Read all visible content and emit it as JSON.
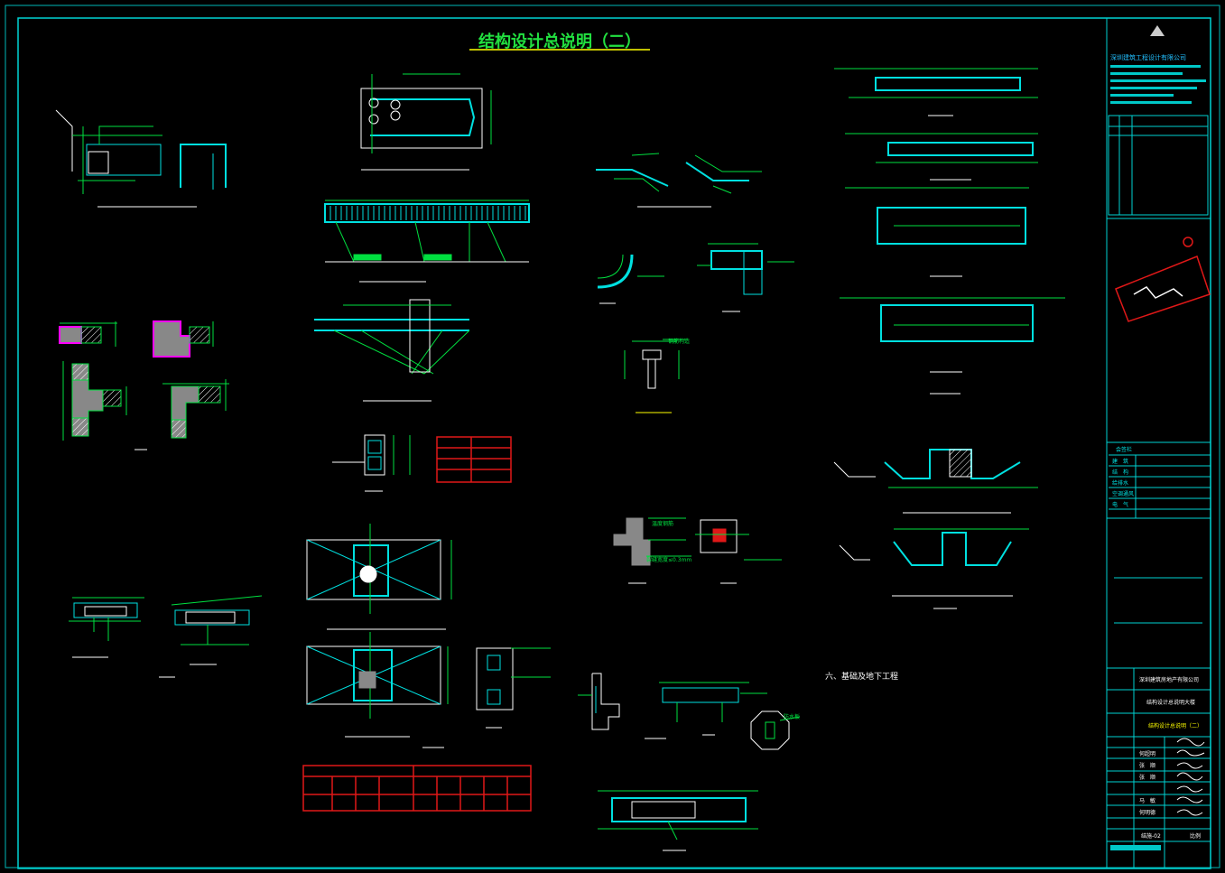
{
  "drawing": {
    "title": "结构设计总说明（二）",
    "section_heading": "六、基础及地下工程",
    "detail_label_1": "钢筋构造",
    "detail_label_2": "温度钢筋",
    "detail_label_3": "裂缝宽度≤0.3mm",
    "detail_label_4": "防水板"
  },
  "title_block": {
    "company_name": "深圳建筑工程设计有限公司",
    "sign_header": "会签栏",
    "sign_rows": [
      "建　筑",
      "结　构",
      "给排水",
      "空调通风",
      "电　气"
    ],
    "owner": "深圳建筑房地产有限公司",
    "project": "结构设计总说明大楼",
    "sheet_name": "结构设计总说明（二）",
    "person_rows": [
      "何超明",
      "张　顺",
      "张　顺",
      "马　敏",
      "何明德"
    ],
    "sheet_no": "结施-02",
    "scale_label": "比例"
  },
  "colors": {
    "frame": "#00d2d2",
    "title": "#ffff00",
    "green": "#00e040",
    "table": "#e01818",
    "hatch": "#ff00ff",
    "white": "#ffffff"
  }
}
